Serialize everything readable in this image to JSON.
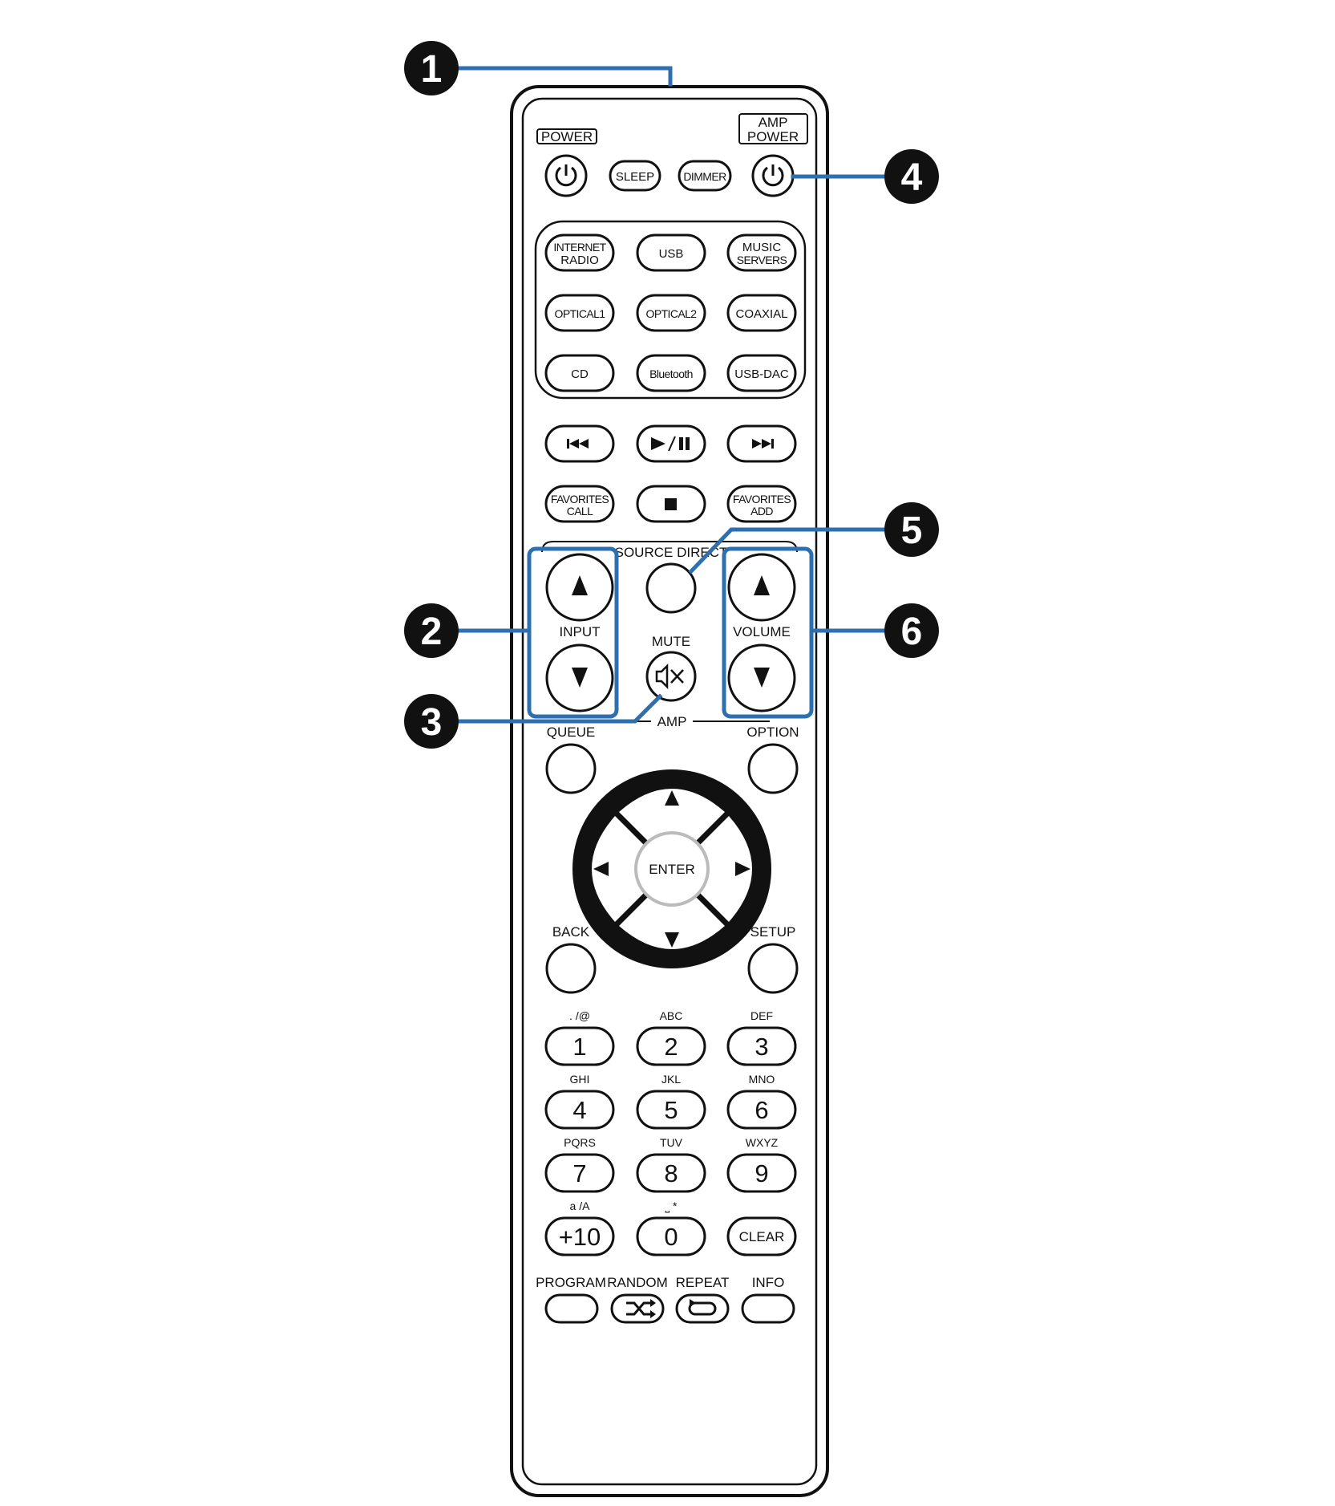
{
  "callouts": [
    "1",
    "2",
    "3",
    "4",
    "5",
    "6"
  ],
  "colors": {
    "callout_line": "#2f6fad",
    "outline": "#111111",
    "background": "#ffffff"
  },
  "remote": {
    "power_label": "POWER",
    "amp_power_label_1": "AMP",
    "amp_power_label_2": "POWER",
    "sleep": "SLEEP",
    "dimmer": "DIMMER",
    "sources": {
      "internet_radio_1": "INTERNET",
      "internet_radio_2": "RADIO",
      "usb": "USB",
      "music_servers_1": "MUSIC",
      "music_servers_2": "SERVERS",
      "optical1": "OPTICAL1",
      "optical2": "OPTICAL2",
      "coaxial": "COAXIAL",
      "cd": "CD",
      "bluetooth": "Bluetooth",
      "usb_dac": "USB-DAC"
    },
    "transport": {
      "prev_icon": "skip-back-icon",
      "play_pause_icon": "play-pause-icon",
      "next_icon": "skip-forward-icon",
      "stop_icon": "stop-icon",
      "favorites_call_1": "FAVORITES",
      "favorites_call_2": "CALL",
      "favorites_add_1": "FAVORITES",
      "favorites_add_2": "ADD"
    },
    "amp_section": {
      "source_direct": "SOURCE DIRECT",
      "input": "INPUT",
      "mute": "MUTE",
      "volume": "VOLUME",
      "amp": "AMP"
    },
    "nav": {
      "queue": "QUEUE",
      "option": "OPTION",
      "enter": "ENTER",
      "back": "BACK",
      "setup": "SETUP"
    },
    "keypad": [
      {
        "sub": ". /@",
        "num": "1"
      },
      {
        "sub": "ABC",
        "num": "2"
      },
      {
        "sub": "DEF",
        "num": "3"
      },
      {
        "sub": "GHI",
        "num": "4"
      },
      {
        "sub": "JKL",
        "num": "5"
      },
      {
        "sub": "MNO",
        "num": "6"
      },
      {
        "sub": "PQRS",
        "num": "7"
      },
      {
        "sub": "TUV",
        "num": "8"
      },
      {
        "sub": "WXYZ",
        "num": "9"
      },
      {
        "sub": "a /A",
        "num": "+10"
      },
      {
        "sub": "⎵ *",
        "num": "0"
      },
      {
        "sub": "",
        "num": "CLEAR"
      }
    ],
    "bottom": {
      "program": "PROGRAM",
      "random": "RANDOM",
      "repeat": "REPEAT",
      "info": "INFO"
    }
  }
}
